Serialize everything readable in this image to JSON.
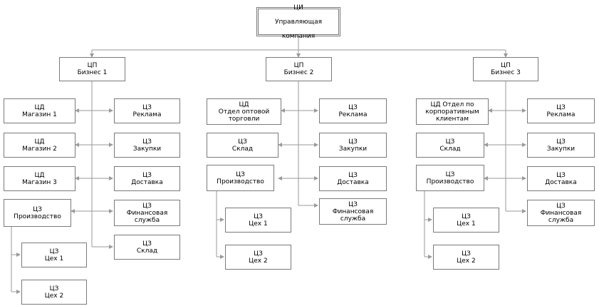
{
  "root": {
    "line1": "ЦИ",
    "line2": "Управляющая",
    "line3": "компания"
  },
  "business1": {
    "head": {
      "line1": "ЦП",
      "line2": "Бизнес 1"
    },
    "left": [
      {
        "line1": "ЦД",
        "line2": "Магазин 1"
      },
      {
        "line1": "ЦД",
        "line2": "Магазин 2"
      },
      {
        "line1": "ЦД",
        "line2": "Магазин 3"
      },
      {
        "line1": "ЦЗ",
        "line2": "Производство"
      }
    ],
    "right": [
      {
        "line1": "ЦЗ",
        "line2": "Реклама"
      },
      {
        "line1": "ЦЗ",
        "line2": "Закупки"
      },
      {
        "line1": "ЦЗ",
        "line2": "Доставка"
      },
      {
        "line1": "ЦЗ",
        "line2": "Финансовая",
        "line3": "служба"
      },
      {
        "line1": "ЦЗ",
        "line2": "Склад"
      }
    ],
    "shops": [
      {
        "line1": "ЦЗ",
        "line2": "Цех 1"
      },
      {
        "line1": "ЦЗ",
        "line2": "Цех 2"
      }
    ]
  },
  "business2": {
    "head": {
      "line1": "ЦП",
      "line2": "Бизнес 2"
    },
    "left": [
      {
        "line1": "ЦД",
        "line2": "Отдел оптовой",
        "line3": "торговли"
      },
      {
        "line1": "ЦЗ",
        "line2": "Склад"
      },
      {
        "line1": "ЦЗ",
        "line2": "Производство"
      }
    ],
    "right": [
      {
        "line1": "ЦЗ",
        "line2": "Реклама"
      },
      {
        "line1": "ЦЗ",
        "line2": "Закупки"
      },
      {
        "line1": "ЦЗ",
        "line2": "Доставка"
      },
      {
        "line1": "ЦЗ",
        "line2": "Финансовая",
        "line3": "служба"
      }
    ],
    "shops": [
      {
        "line1": "ЦЗ",
        "line2": "Цех 1"
      },
      {
        "line1": "ЦЗ",
        "line2": "Цех 2"
      }
    ]
  },
  "business3": {
    "head": {
      "line1": "ЦП",
      "line2": "Бизнес 3"
    },
    "left": [
      {
        "line1": "ЦД Отдел по",
        "line2": "корпоративным",
        "line3": "клиентам"
      },
      {
        "line1": "ЦЗ",
        "line2": "Склад"
      },
      {
        "line1": "ЦЗ",
        "line2": "Производство"
      }
    ],
    "right": [
      {
        "line1": "ЦЗ",
        "line2": "Реклама"
      },
      {
        "line1": "ЦЗ",
        "line2": "Закупки"
      },
      {
        "line1": "ЦЗ",
        "line2": "Доставка"
      },
      {
        "line1": "ЦЗ",
        "line2": "Финансовая",
        "line3": "служба"
      }
    ],
    "shops": [
      {
        "line1": "ЦЗ",
        "line2": "Цех 1"
      },
      {
        "line1": "ЦЗ",
        "line2": "Цех 2"
      }
    ]
  },
  "colors": {
    "line": "#9a9a9a",
    "border": "#7a7a7a"
  }
}
